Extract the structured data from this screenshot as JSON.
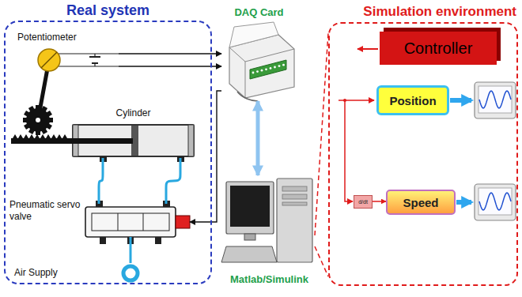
{
  "diagram": {
    "nodes": [
      {
        "text": [
          "Real system"
        ]
      },
      {
        "text": [
          "Potentiometer"
        ],
        "in": 0
      },
      {
        "text": [
          "Cylinder"
        ],
        "in": 0
      },
      {
        "text": [
          "Pneumatic servo valve"
        ],
        "in": 0
      },
      {
        "text": [
          "Air Supply"
        ],
        "in": 0
      },
      {
        "text": [
          "DAQ Card"
        ]
      },
      {
        "text": [
          "Matlab/Simulink"
        ]
      },
      {
        "text": [
          "Simulation environment"
        ]
      },
      {
        "text": [
          "Controller"
        ],
        "in": 7
      },
      {
        "text": [
          "Position"
        ],
        "in": 7
      },
      {
        "text": [
          "d/dt"
        ],
        "in": 7
      },
      {
        "text": [
          "Speed"
        ],
        "in": 7
      }
    ],
    "edges": [
      {
        "from": 1,
        "to": 5,
        "arrow": "to"
      },
      {
        "from": 1,
        "to": 5,
        "arrow": "to"
      },
      {
        "from": 5,
        "to": 3,
        "arrow": "to"
      },
      {
        "from": 5,
        "to": 6,
        "arrow": "both"
      },
      {
        "from": 6,
        "to": 7,
        "arrow": "none"
      },
      {
        "from": 6,
        "to": 7,
        "arrow": "none"
      },
      {
        "from": 2,
        "to": 3,
        "arrow": "none"
      },
      {
        "from": 2,
        "to": 3,
        "arrow": "none"
      },
      {
        "from": 4,
        "to": 3,
        "arrow": "none"
      },
      {
        "from": 10,
        "to": 11,
        "arrow": "to"
      }
    ]
  }
}
